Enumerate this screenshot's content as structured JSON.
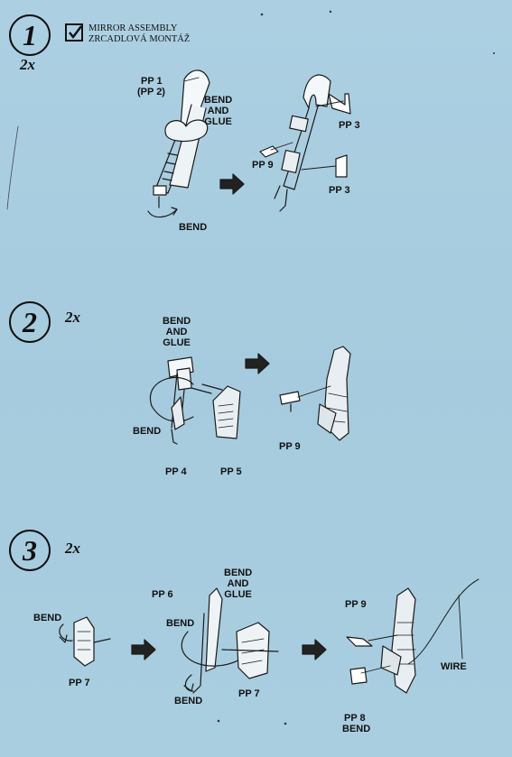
{
  "header": {
    "title_line1": "MIRROR  ASSEMBLY",
    "title_line2": "ZRCADLOVÁ MONTÁŽ"
  },
  "steps": [
    {
      "number": "1",
      "multiplier": "2x",
      "labels": {
        "pp1": "PP 1",
        "pp2": "(PP 2)",
        "bend_glue": [
          "BEND",
          "AND",
          "GLUE"
        ],
        "bend": "BEND",
        "pp9": "PP 9",
        "pp3_top": "PP 3",
        "pp3_bottom": "PP 3"
      }
    },
    {
      "number": "2",
      "multiplier": "2x",
      "labels": {
        "bend_glue": [
          "BEND",
          "AND",
          "GLUE"
        ],
        "bend": "BEND",
        "pp4": "PP 4",
        "pp5": "PP 5",
        "pp9": "PP 9"
      }
    },
    {
      "number": "3",
      "multiplier": "2x",
      "labels": {
        "bend_left": "BEND",
        "pp7_left": "PP 7",
        "pp6": "PP 6",
        "bend_glue": [
          "BEND",
          "AND",
          "GLUE"
        ],
        "bend_mid": "BEND",
        "bend_low": "BEND",
        "pp7_mid": "PP 7",
        "pp9": "PP 9",
        "pp8": "PP 8",
        "bend_pp8": "BEND",
        "wire": "WIRE"
      }
    }
  ]
}
